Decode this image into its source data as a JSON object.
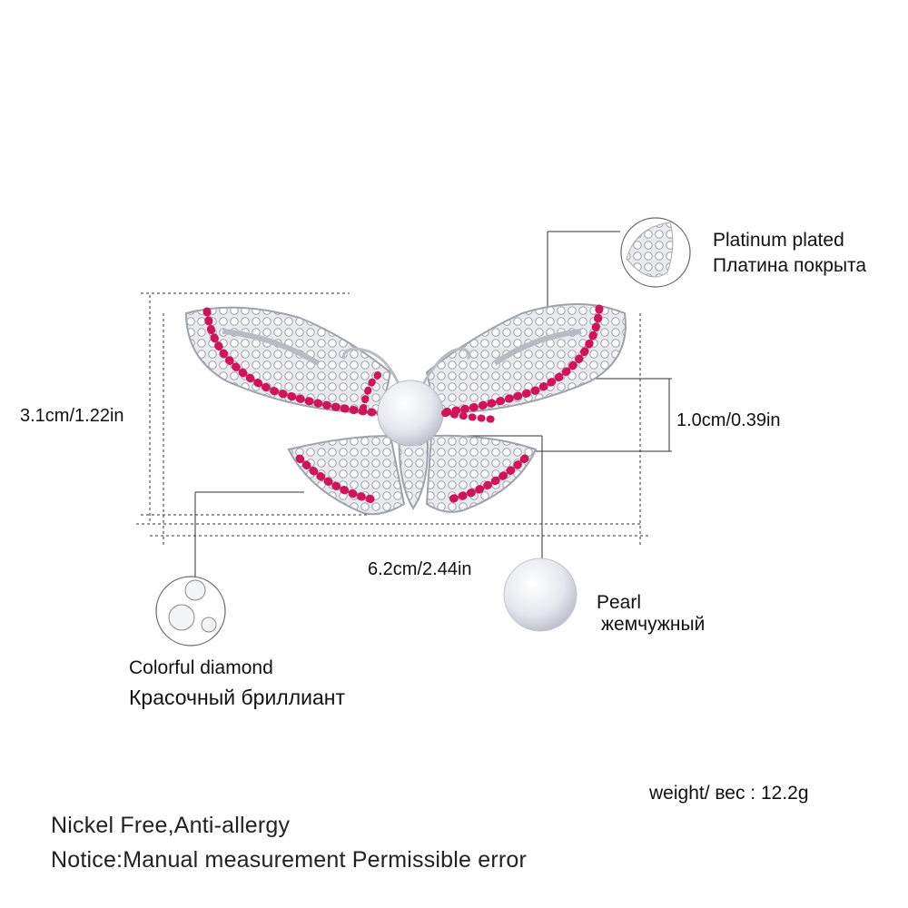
{
  "product": {
    "callouts": {
      "platinum": {
        "en": "Platinum plated",
        "ru": "Платина покрыта"
      },
      "diamond": {
        "en": "Colorful diamond",
        "ru": "Красочный бриллиант"
      },
      "pearl": {
        "en": "Pearl",
        "ru": "жемчужный"
      }
    },
    "dimensions": {
      "height": "3.1cm/1.22in",
      "width": "6.2cm/2.44in",
      "pearl": "1.0cm/0.39in"
    },
    "weight": "weight/ вес : 12.2g",
    "notes": {
      "line1": "Nickel Free,Anti-allergy",
      "line2": "Notice:Manual measurement Permissible error"
    }
  },
  "colors": {
    "background": "#ffffff",
    "silver": "#c9ccd1",
    "ruby": "#d0145a",
    "pearl": "#eceef3",
    "line": "#222222"
  }
}
